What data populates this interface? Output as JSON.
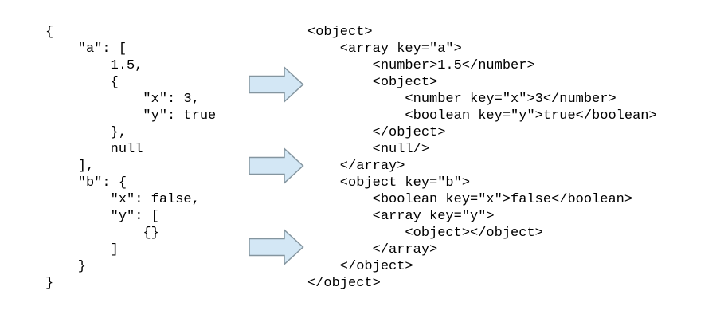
{
  "json_panel": {
    "language": "JSON",
    "lines": [
      "{",
      "    \"a\": [",
      "        1.5,",
      "        {",
      "            \"x\": 3,",
      "            \"y\": true",
      "        },",
      "        null",
      "    ],",
      "    \"b\": {",
      "        \"x\": false,",
      "        \"y\": [",
      "            {}",
      "        ]",
      "    }",
      "}"
    ]
  },
  "xml_panel": {
    "language": "XML",
    "lines": [
      "<object>",
      "    <array key=\"a\">",
      "        <number>1.5</number>",
      "        <object>",
      "            <number key=\"x\">3</number>",
      "            <boolean key=\"y\">true</boolean>",
      "        </object>",
      "        <null/>",
      "    </array>",
      "    <object key=\"b\">",
      "        <boolean key=\"x\">false</boolean>",
      "        <array key=\"y\">",
      "            <object></object>",
      "        </array>",
      "    </object>",
      "</object>"
    ]
  },
  "arrows": {
    "direction": "right",
    "fill": "#d3e7f5",
    "border": "#84959f"
  },
  "colors": {
    "background": "#ffffff",
    "text": "#000000"
  }
}
